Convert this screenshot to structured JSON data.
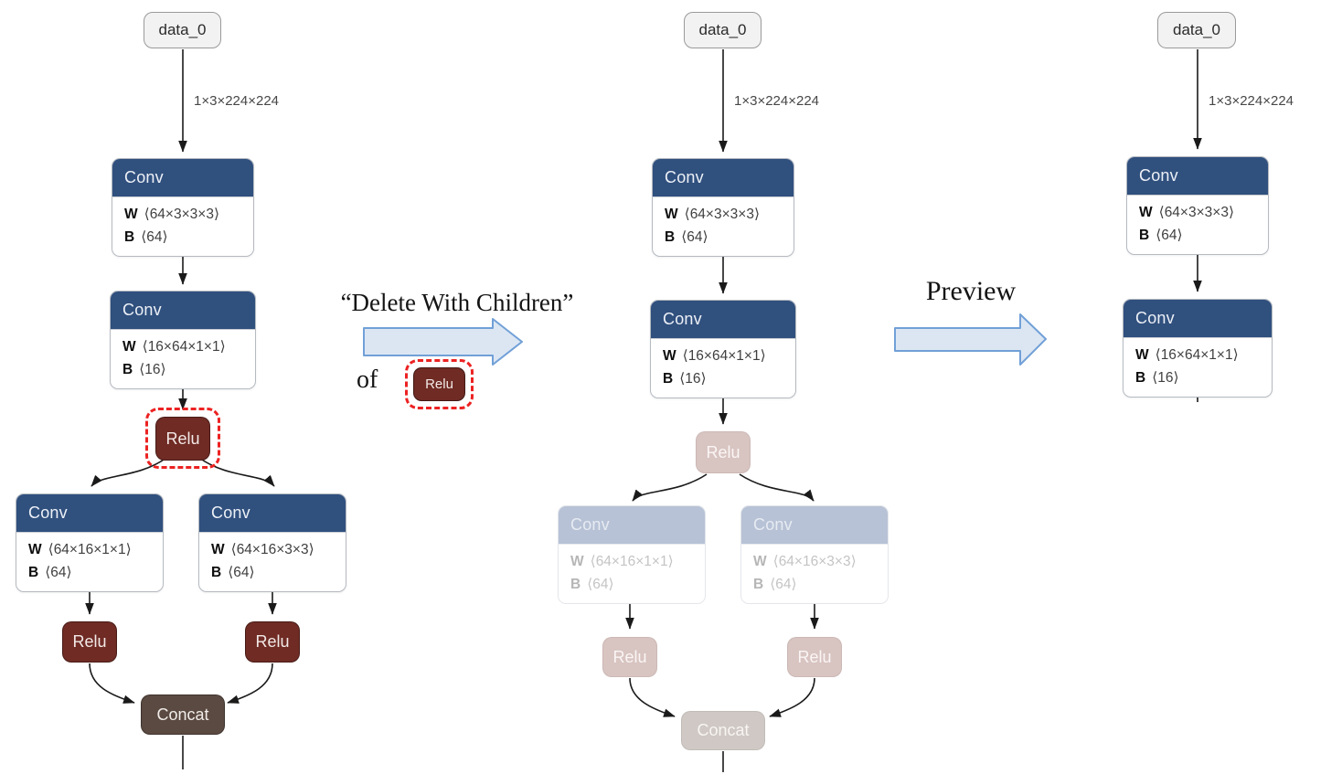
{
  "annotations": {
    "action_label": "“Delete With Children”",
    "of_label": "of",
    "selected_node_label": "Relu",
    "preview_label": "Preview"
  },
  "graphs": {
    "original": {
      "input": "data_0",
      "edge_label": "1×3×224×224",
      "conv1": {
        "title": "Conv",
        "w_key": "W",
        "w_val": "⟨64×3×3×3⟩",
        "b_key": "B",
        "b_val": "⟨64⟩"
      },
      "conv2": {
        "title": "Conv",
        "w_key": "W",
        "w_val": "⟨16×64×1×1⟩",
        "b_key": "B",
        "b_val": "⟨16⟩"
      },
      "relu1": "Relu",
      "conv3": {
        "title": "Conv",
        "w_key": "W",
        "w_val": "⟨64×16×1×1⟩",
        "b_key": "B",
        "b_val": "⟨64⟩"
      },
      "conv4": {
        "title": "Conv",
        "w_key": "W",
        "w_val": "⟨64×16×3×3⟩",
        "b_key": "B",
        "b_val": "⟨64⟩"
      },
      "relu2": "Relu",
      "relu3": "Relu",
      "concat": "Concat"
    },
    "marked": {
      "input": "data_0",
      "edge_label": "1×3×224×224",
      "conv1": {
        "title": "Conv",
        "w_key": "W",
        "w_val": "⟨64×3×3×3⟩",
        "b_key": "B",
        "b_val": "⟨64⟩"
      },
      "conv2": {
        "title": "Conv",
        "w_key": "W",
        "w_val": "⟨16×64×1×1⟩",
        "b_key": "B",
        "b_val": "⟨16⟩"
      },
      "relu1": "Relu",
      "conv3": {
        "title": "Conv",
        "w_key": "W",
        "w_val": "⟨64×16×1×1⟩",
        "b_key": "B",
        "b_val": "⟨64⟩"
      },
      "conv4": {
        "title": "Conv",
        "w_key": "W",
        "w_val": "⟨64×16×3×3⟩",
        "b_key": "B",
        "b_val": "⟨64⟩"
      },
      "relu2": "Relu",
      "relu3": "Relu",
      "concat": "Concat"
    },
    "preview": {
      "input": "data_0",
      "edge_label": "1×3×224×224",
      "conv1": {
        "title": "Conv",
        "w_key": "W",
        "w_val": "⟨64×3×3×3⟩",
        "b_key": "B",
        "b_val": "⟨64⟩"
      },
      "conv2": {
        "title": "Conv",
        "w_key": "W",
        "w_val": "⟨16×64×1×1⟩",
        "b_key": "B",
        "b_val": "⟨16⟩"
      }
    }
  },
  "colors": {
    "conv_header": "#30507e",
    "relu": "#6f2b24",
    "concat": "#5a4a41",
    "faded_conv_header": "#b7c2d6",
    "faded_relu": "#d8c4c1",
    "faded_concat": "#cfc8c4",
    "highlight_dashed": "#ec2222",
    "block_arrow_fill": "#dce6f3",
    "block_arrow_stroke": "#71a0d7",
    "edge": "#1a1a1a"
  }
}
